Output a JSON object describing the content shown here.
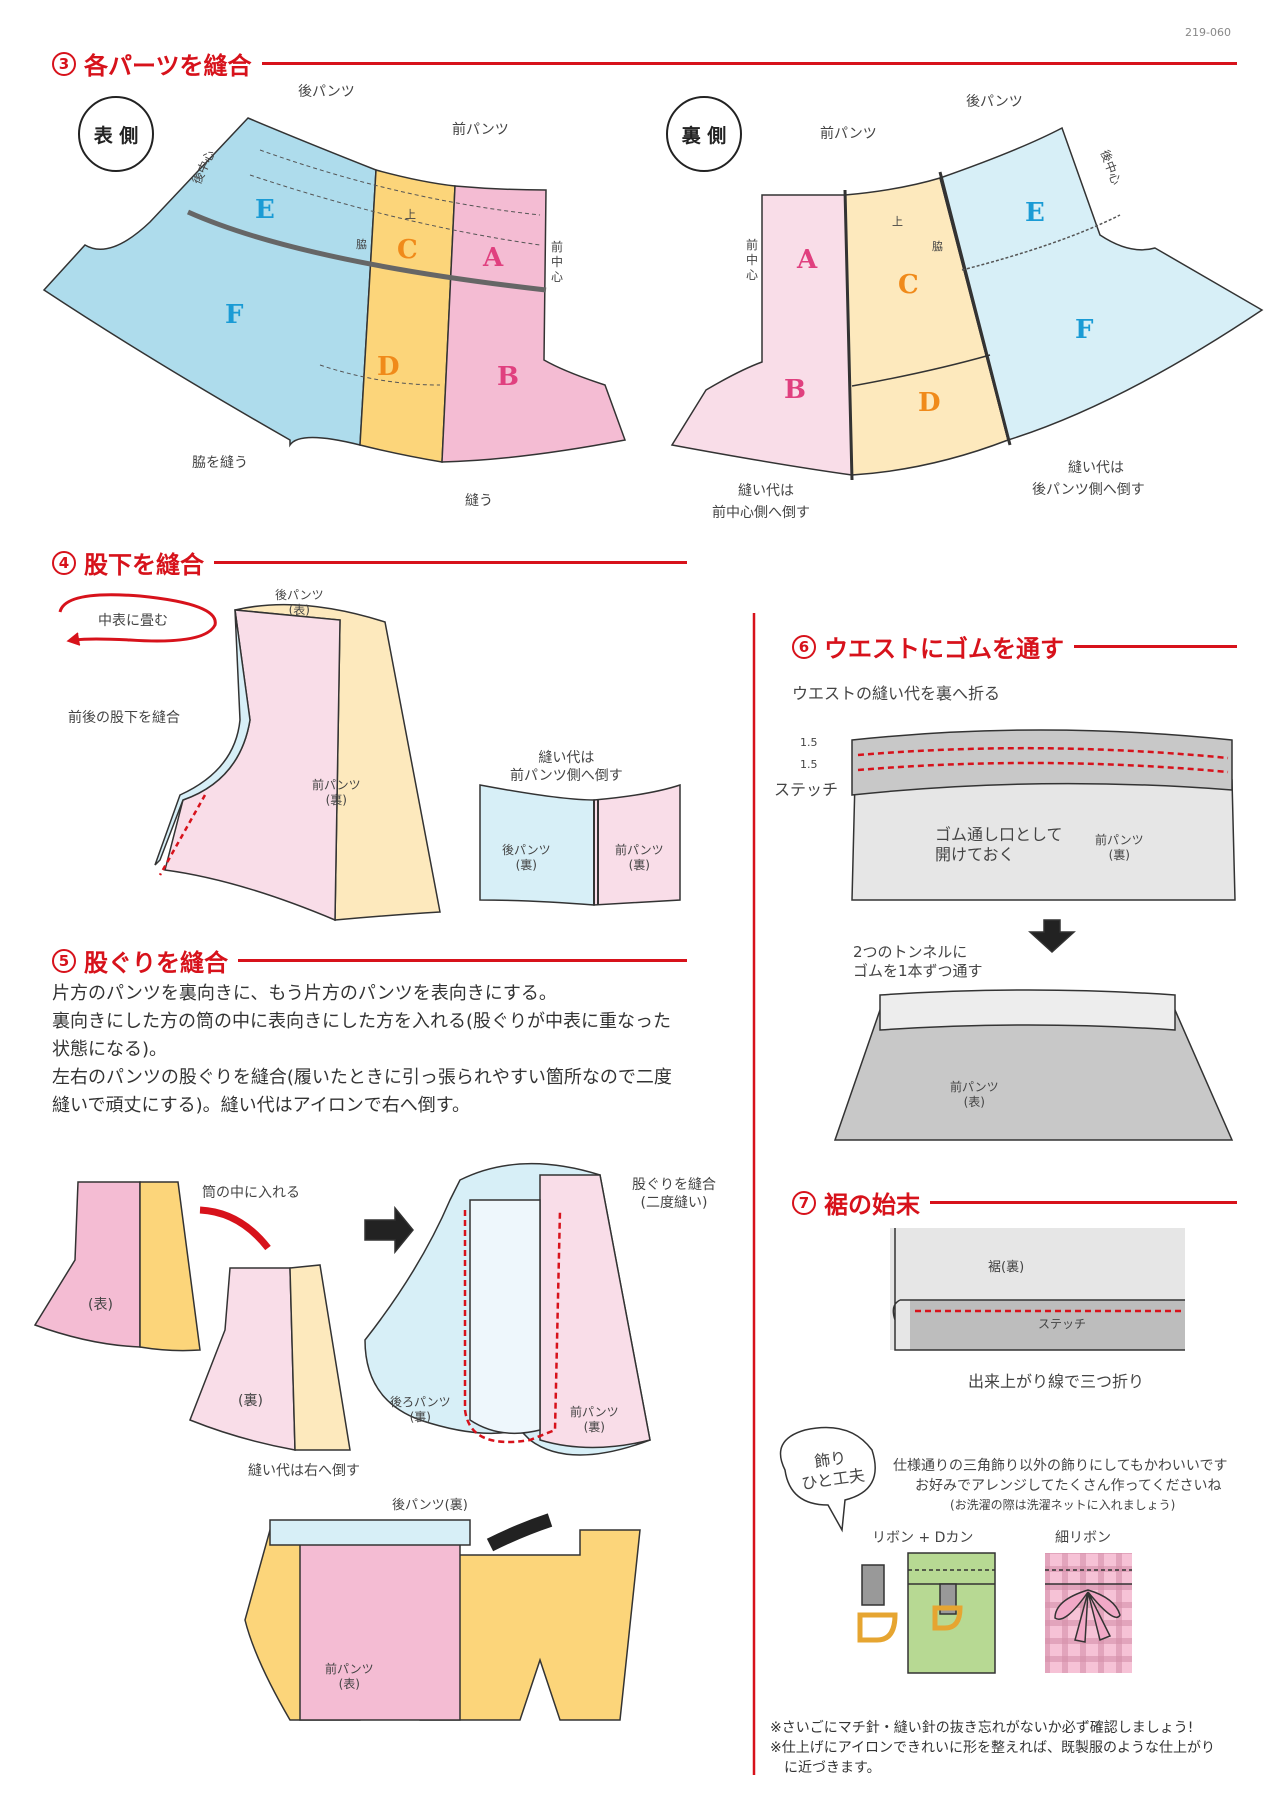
{
  "page_code": "219-060",
  "colors": {
    "accent": "#d7121b",
    "blue": "#aedcec",
    "yellow": "#fcd57a",
    "pink": "#f4bcd3",
    "light_blue": "#d7eff7",
    "light_yellow": "#fde9bd",
    "light_pink": "#f9dde8",
    "gray": "#c8c8c8"
  },
  "step3": {
    "num": "3",
    "title": "各パーツを縫合",
    "front": {
      "badge": "表 側",
      "back_pants": "後パンツ",
      "front_pants": "前パンツ",
      "center_back": "後中心",
      "side": "脇",
      "top": "上",
      "center_front": "前中心",
      "sew_side": "脇を縫う",
      "sew": "縫う",
      "letters": [
        "E",
        "F",
        "C",
        "D",
        "A",
        "B"
      ]
    },
    "back": {
      "badge": "裏 側",
      "back_pants": "後パンツ",
      "front_pants": "前パンツ",
      "center_back": "後中心",
      "side": "脇",
      "top": "上",
      "center_front": "前中心",
      "allowance_front_1": "縫い代は",
      "allowance_front_2": "前中心側へ倒す",
      "allowance_back_1": "縫い代は",
      "allowance_back_2": "後パンツ側へ倒す",
      "letters": [
        "A",
        "B",
        "C",
        "D",
        "E",
        "F"
      ]
    }
  },
  "step4": {
    "num": "4",
    "title": "股下を縫合",
    "fold": "中表に畳む",
    "back_outer_1": "後パンツ",
    "back_outer_2": "(表)",
    "sew_inseam": "前後の股下を縫合",
    "front_inner_1": "前パンツ",
    "front_inner_2": "(裏)",
    "allowance_1": "縫い代は",
    "allowance_2": "前パンツ側へ倒す",
    "back_inner_1": "後パンツ",
    "back_inner_2": "(裏)",
    "front_inner_b_1": "前パンツ",
    "front_inner_b_2": "(裏)"
  },
  "step5": {
    "num": "5",
    "title": "股ぐりを縫合",
    "paragraph": [
      "片方のパンツを裏向きに、もう片方のパンツを表向きにする。",
      "裏向きにした方の筒の中に表向きにした方を入れる(股ぐりが中表に重なった",
      "状態になる)。",
      "左右のパンツの股ぐりを縫合(履いたときに引っ張られやすい箇所なので二度",
      "縫いで頑丈にする)。縫い代はアイロンで右へ倒す。"
    ],
    "insert": "筒の中に入れる",
    "outer": "(表)",
    "inner": "(裏)",
    "sew_crotch_1": "股ぐりを縫合",
    "sew_crotch_2": "(二度縫い)",
    "back_1": "後ろパンツ",
    "back_2": "(裏)",
    "front_1": "前パンツ",
    "front_2": "(裏)",
    "allowance_right": "縫い代は右へ倒す",
    "back_pants_inner": "後パンツ(裏)",
    "front_outer_1": "前パンツ",
    "front_outer_2": "(表)"
  },
  "step6": {
    "num": "6",
    "title": "ウエストにゴムを通す",
    "fold_waist": "ウエストの縫い代を裏へ折る",
    "m1": "1.5",
    "m2": "1.5",
    "stitch": "ステッチ",
    "opening_1": "ゴム通し口として",
    "opening_2": "開けておく",
    "front_inner_1": "前パンツ",
    "front_inner_2": "(裏)",
    "tunnel_1": "2つのトンネルに",
    "tunnel_2": "ゴムを1本ずつ通す",
    "front_outer_1": "前パンツ",
    "front_outer_2": "(表)"
  },
  "step7": {
    "num": "7",
    "title": "裾の始末",
    "hem_inner": "裾(裏)",
    "stitch": "ステッチ",
    "caption": "出来上がり線で三つ折り"
  },
  "tip": {
    "bubble_1": "飾り",
    "bubble_2": "ひと工夫",
    "line1": "仕様通りの三角飾り以外の飾りにしてもかわいいです",
    "line2": "お好みでアレンジしてたくさん作ってくださいね",
    "line3": "(お洗濯の際は洗濯ネットに入れましょう)",
    "ribbon_d": "リボン + Dカン",
    "thin_ribbon": "細リボン"
  },
  "notes": [
    "※さいごにマチ針・縫い針の抜き忘れがないか必ず確認しましょう!",
    "※仕上げにアイロンできれいに形を整えれば、既製服のような仕上がり",
    "　に近づきます。"
  ]
}
